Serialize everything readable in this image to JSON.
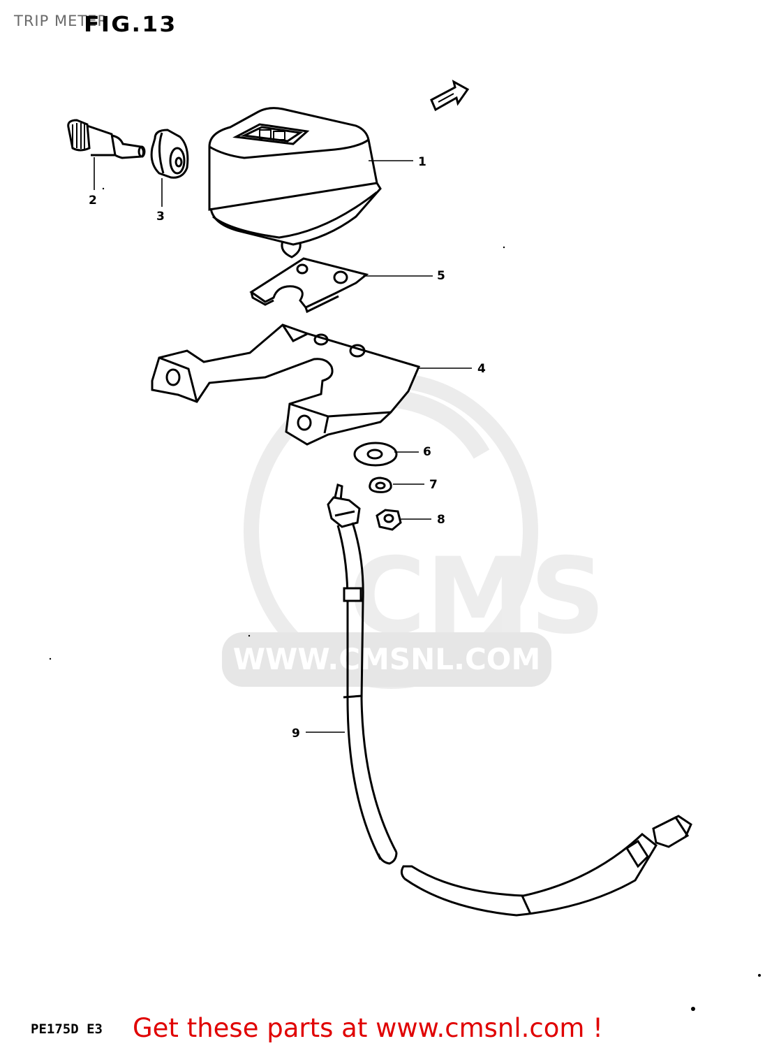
{
  "header": {
    "section_title": "TRIP METER",
    "figure_label": "FIG.13"
  },
  "watermark": {
    "brand": "CMS",
    "url": "WWW.CMSNL.COM"
  },
  "callouts": [
    "1",
    "2",
    "3",
    "4",
    "5",
    "6",
    "7",
    "8",
    "9"
  ],
  "footer": {
    "model_code": "PE175D E3",
    "promo_text": "Get these parts at www.cmsnl.com !"
  },
  "colors": {
    "promo": "#e00000",
    "watermark": "#e6e6e6"
  }
}
